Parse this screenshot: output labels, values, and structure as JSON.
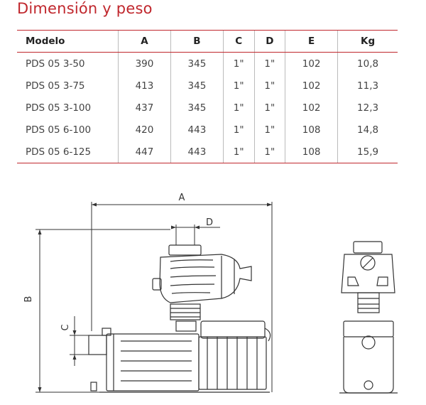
{
  "section_title": "Dimensión y peso",
  "table": {
    "headers": [
      "Modelo",
      "A",
      "B",
      "C",
      "D",
      "E",
      "Kg"
    ],
    "rows": [
      [
        "PDS 05 3-50",
        "390",
        "345",
        "1\"",
        "1\"",
        "102",
        "10,8"
      ],
      [
        "PDS 05 3-75",
        "413",
        "345",
        "1\"",
        "1\"",
        "102",
        "11,3"
      ],
      [
        "PDS 05 3-100",
        "437",
        "345",
        "1\"",
        "1\"",
        "102",
        "12,3"
      ],
      [
        "PDS 05 6-100",
        "420",
        "443",
        "1\"",
        "1\"",
        "108",
        "14,8"
      ],
      [
        "PDS 05 6-125",
        "447",
        "443",
        "1\"",
        "1\"",
        "108",
        "15,9"
      ]
    ]
  },
  "drawing": {
    "label_a": "A",
    "label_b": "B",
    "label_c": "C",
    "label_d": "D"
  },
  "colors": {
    "accent": "#c0272d",
    "line": "#333333"
  }
}
